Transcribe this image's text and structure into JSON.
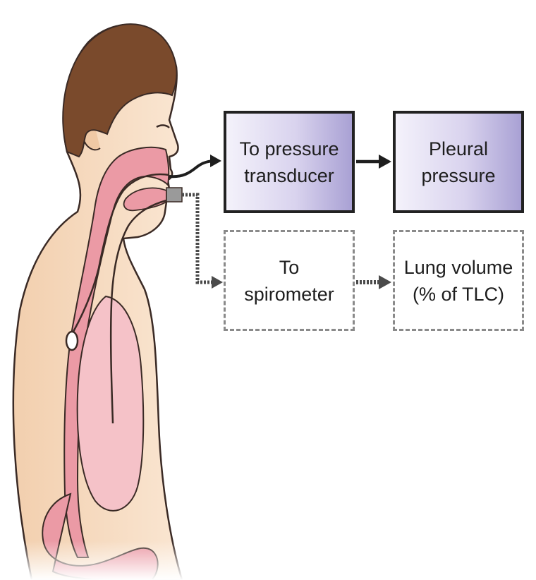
{
  "boxes": {
    "transducer": {
      "line1": "To pressure",
      "line2": "transducer"
    },
    "pleural": {
      "line1": "Pleural",
      "line2": "pressure"
    },
    "spirometer": {
      "line1": "To",
      "line2": "spirometer"
    },
    "lung_volume": {
      "line1": "Lung volume",
      "line2": "(% of TLC)"
    }
  },
  "colors": {
    "skin": "#f7dcc0",
    "hair": "#7a4a2c",
    "airway": "#eb9aa5",
    "lung": "#f5c2c8",
    "outline": "#3a2a25",
    "box_fill_dark": "#a9a1d4",
    "box_border": "#222222",
    "dashed_border": "#8a8a8a"
  },
  "icons": {
    "person": "human-torso-side-view",
    "catheter": "esophageal-balloon-catheter",
    "arrow": "arrow-right"
  }
}
